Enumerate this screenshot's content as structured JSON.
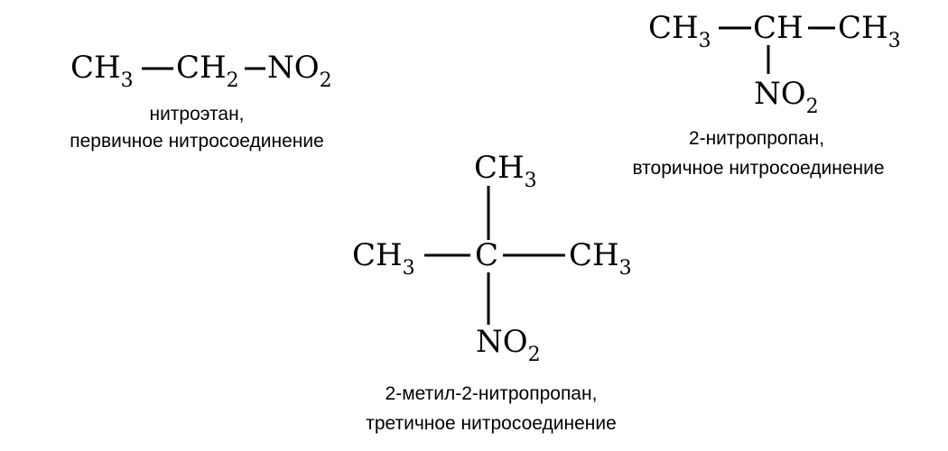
{
  "compounds": [
    {
      "groups": {
        "a": "CH",
        "a_sub": "3",
        "b": "CH",
        "b_sub": "2",
        "c": "NO",
        "c_sub": "2"
      },
      "caption": [
        "нитроэтан,",
        "первичное нитросоединение"
      ]
    },
    {
      "groups": {
        "a": "CH",
        "a_sub": "3",
        "b": "CH",
        "c": "CH",
        "c_sub": "3",
        "d": "NO",
        "d_sub": "2"
      },
      "caption": [
        "2-нитропропан,",
        "вторичное нитросоединение"
      ]
    },
    {
      "groups": {
        "top": "CH",
        "top_sub": "3",
        "left": "CH",
        "left_sub": "3",
        "center": "C",
        "right": "CH",
        "right_sub": "3",
        "bottom": "NO",
        "bottom_sub": "2"
      },
      "caption": [
        "2-метил-2-нитропропан,",
        "третичное нитросоединение"
      ]
    }
  ]
}
